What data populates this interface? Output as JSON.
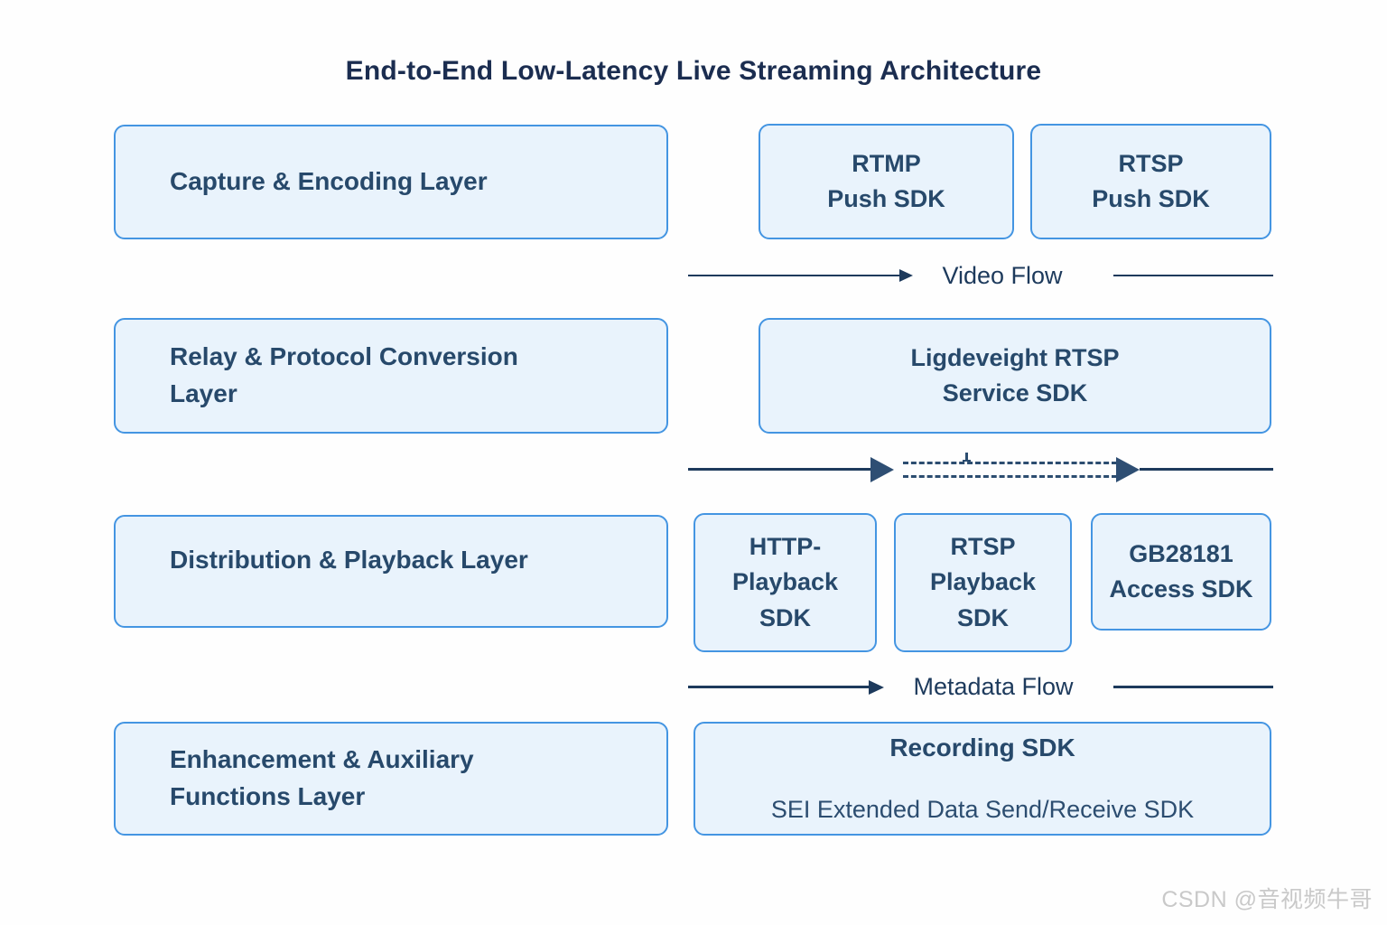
{
  "title": "End-to-End Low-Latency Live Streaming Architecture",
  "layers": {
    "capture": {
      "label": "Capture & Encoding Layer"
    },
    "relay": {
      "label": "Relay & Protocol Conversion\nLayer"
    },
    "distribution": {
      "label": "Distribution & Playback Layer"
    },
    "enhancement": {
      "label": "Enhancement & Auxiliary\nFunctions Layer"
    }
  },
  "sdks": {
    "rtmp_push": {
      "label": "RTMP\nPush SDK"
    },
    "rtsp_push": {
      "label": "RTSP\nPush SDK"
    },
    "lightweight_rtsp": {
      "label": "Ligdeveight RTSP\nService SDK"
    },
    "http_playback": {
      "label": "HTTP-\nPlayback\nSDK"
    },
    "rtsp_playback": {
      "label": "RTSP\nPlayback\nSDK"
    },
    "gb28181_access": {
      "label": "GB28181\nAccess SDK"
    },
    "recording": {
      "title": "Recording SDK",
      "subtitle": "SEI Extended Data Send/Receive SDK"
    }
  },
  "flows": {
    "video": {
      "label": "Video Flow"
    },
    "metadata": {
      "label": "Metadata Flow"
    }
  },
  "watermark": "CSDN @音视频牛哥",
  "colors": {
    "box_background": "#e9f3fc",
    "box_border": "#4495e2",
    "box_text": "#27496b",
    "title_text": "#1b2d50",
    "flow_line": "#1d3a5c",
    "big_arrowhead": "#2e4e73",
    "watermark_text": "#c9c9c9",
    "page_background": "#fefefe"
  }
}
